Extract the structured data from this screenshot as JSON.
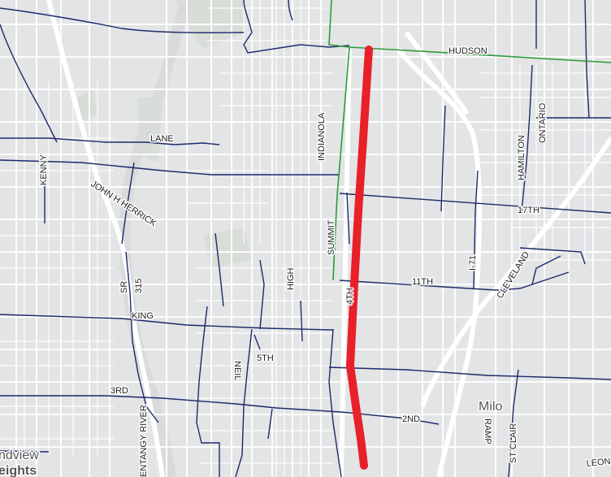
{
  "map": {
    "colors": {
      "background": "#e3e4e6",
      "local_streets": "#ffffff",
      "transit_routes": "#1b2a6b",
      "green_route": "#2e9b3a",
      "highlight_route": "#e8202a",
      "park": "#d6dcd6"
    },
    "street_labels": {
      "hudson": "HUDSON",
      "lane": "LANE",
      "kenny": "KENNY",
      "indianola": "INDIANOLA",
      "ontario": "ONTARIO",
      "hamilton": "HAMILTON",
      "john_h_herrick": "JOHN H HERRICK",
      "seventeenth": "17TH",
      "summit": "SUMMIT",
      "high": "HIGH",
      "i71": "I-71",
      "cleveland": "CLEVELAND",
      "eleventh": "11TH",
      "sr315_a": "SR",
      "sr315_b": "315",
      "king": "KING",
      "fourth": "4TH",
      "fifth": "5TH",
      "neil": "NEIL",
      "third": "3RD",
      "olentangy_river": "ENTANGY RIVER",
      "second": "2ND",
      "ramp": "RAMP",
      "st_clair": "ST CLAIR",
      "leon": "LEON"
    },
    "place_labels": {
      "milo": "Milo",
      "grandview_1": "ndview",
      "grandview_2": "eights"
    }
  }
}
